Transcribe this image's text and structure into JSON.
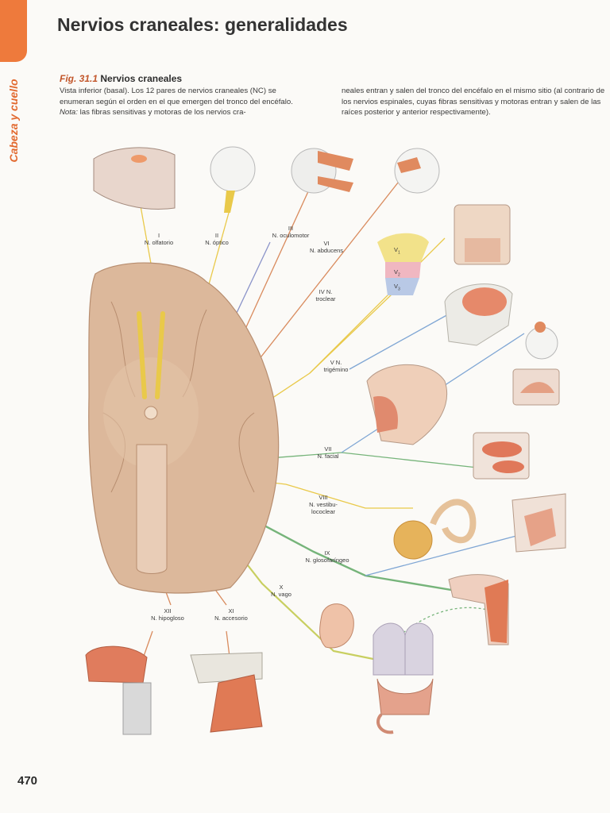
{
  "page": {
    "title": "Nervios craneales: generalidades",
    "section": "Cabeza y cuello",
    "number": "470"
  },
  "caption": {
    "fig_number": "Fig. 31.1",
    "fig_title": "Nervios craneales",
    "col1_a": "Vista inferior (basal). Los 12 pares de nervios craneales (NC) se enumeran según el orden en el que emergen del tronco del encéfalo. ",
    "col1_note": "Nota:",
    "col1_b": " las fibras sensitivas y motoras de los nervios cra-",
    "col2": "neales entran y salen del tronco del encéfalo en el mismo sitio (al contrario de los nervios espinales, cuyas fibras sensitivas y motoras entran y salen de las raíces posterior y anterior respectivamente)."
  },
  "nerves": {
    "n1": {
      "num": "I",
      "name": "N. olfatorio"
    },
    "n2": {
      "num": "II",
      "name": "N. óptico"
    },
    "n3": {
      "num": "III",
      "name": "N. oculomotor"
    },
    "n4": {
      "num": "IV N.",
      "name": "troclear"
    },
    "n5": {
      "num": "V N.",
      "name": "trigémino"
    },
    "n6": {
      "num": "VI",
      "name": "N. abducens"
    },
    "n7": {
      "num": "VII",
      "name": "N. facial"
    },
    "n8": {
      "num": "VIII",
      "name": "N. vestibu-",
      "name2": "lococlear"
    },
    "n9": {
      "num": "IX",
      "name": "N. glosofaríngeo"
    },
    "n10": {
      "num": "X",
      "name": "N. vago"
    },
    "n11": {
      "num": "XI",
      "name": "N. accesorio"
    },
    "n12": {
      "num": "XII",
      "name": "N. hipogloso"
    }
  },
  "trigeminal_branches": {
    "v1": "V",
    "v1_sub": "1",
    "v2": "V",
    "v2_sub": "2",
    "v3": "V",
    "v3_sub": "3"
  },
  "colors": {
    "accent": "#ee7a3c",
    "brain": "#dcb89b",
    "nerve_sensory": "#e9c94a",
    "nerve_motor": "#d98b5e",
    "nerve_visceral": "#7fa6d4",
    "nerve_parasympathetic": "#76b47a"
  }
}
